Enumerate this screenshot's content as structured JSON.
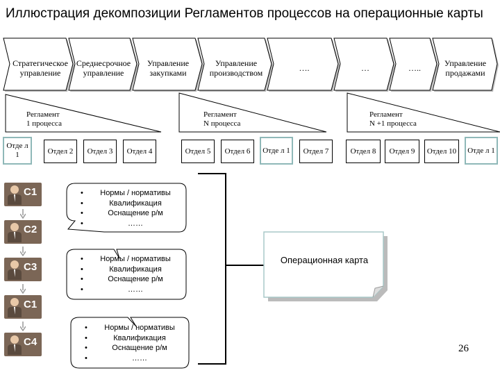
{
  "title": "Иллюстрация декомпозиции Регламентов процессов на операционные карты",
  "processes": [
    "Стратегическое управление",
    "Среднесрочное управление",
    "Управление закупками",
    "Управление производством",
    "….",
    "…",
    "…..",
    "Управление продажами"
  ],
  "regulations": [
    {
      "line1": "Регламент",
      "line2": "1 процесса"
    },
    {
      "line1": "Регламент",
      "line2": "N процесса"
    },
    {
      "line1": "Регламент",
      "line2": "N +1 процесса"
    }
  ],
  "departments": [
    "Отде л 1",
    "Отдел 2",
    "Отдел 3",
    "Отдел 4",
    "Отдел 5",
    "Отдел 6",
    "Отде л 1",
    "Отдел 7",
    "Отдел 8",
    "Отдел 9",
    "Отдел 10",
    "Отде л 1"
  ],
  "roles": [
    "C1",
    "C2",
    "C3",
    "C1",
    "C4"
  ],
  "callout_items": [
    "Нормы / нормативы",
    "Квалификация",
    "Оснащение р/м",
    "……"
  ],
  "operation_card": "Операционная карта",
  "page_number": "26",
  "colors": {
    "role_badge": "#7b6656",
    "highlight_border": "#8fb8b8",
    "chevron_fill": "#ffffff",
    "line": "#000000"
  },
  "icons": [
    "person-icon",
    "arrow-down-icon"
  ]
}
